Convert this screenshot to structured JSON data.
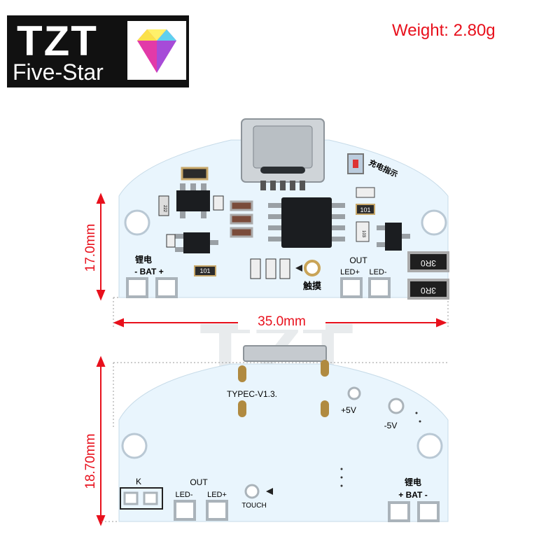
{
  "logo": {
    "brand": "TZT",
    "tagline": "Five-Star"
  },
  "weight_label": "Weight: 2.80g",
  "dimensions": {
    "top_height": "17.0mm",
    "width": "35.0mm",
    "bottom_height": "18.70mm"
  },
  "watermark": "TZT",
  "top_board": {
    "charge_indicator": "充电指示",
    "battery_cn": "锂电",
    "bat_label": "- BAT +",
    "out_label": "OUT",
    "led_plus": "LED+",
    "led_minus": "LED-",
    "touch_cn": "触摸",
    "resistor_3r0": "3R0",
    "resistor_101": "101",
    "resistor_222": "222",
    "resistor_103": "103"
  },
  "bottom_board": {
    "version": "TYPEC-V1.3.",
    "plus5v": "+5V",
    "minus5v": "-5V",
    "k_label": "K",
    "out_label": "OUT",
    "led_minus": "LED-",
    "led_plus": "LED+",
    "touch": "TOUCH",
    "battery_cn": "锂电",
    "bat_label": "+ BAT -"
  },
  "colors": {
    "board": "#e9f5fd",
    "accent": "#e8101c",
    "logo_bg": "#111111"
  }
}
